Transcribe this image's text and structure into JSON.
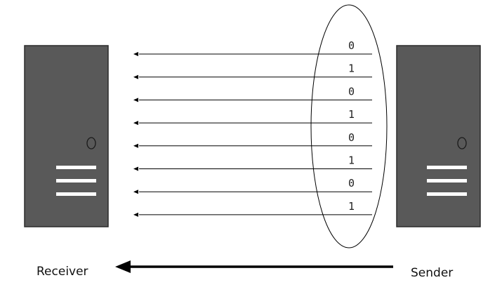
{
  "labels": {
    "receiver": "Receiver",
    "sender": "Sender"
  },
  "bits": [
    "0",
    "1",
    "0",
    "1",
    "0",
    "1",
    "0",
    "1"
  ],
  "colors": {
    "server_fill": "#595959",
    "server_stroke": "#2b2b2b",
    "vent": "#ffffff",
    "line": "#000000"
  },
  "icons": {
    "receiver_device": "server-tower-icon",
    "sender_device": "server-tower-icon"
  }
}
